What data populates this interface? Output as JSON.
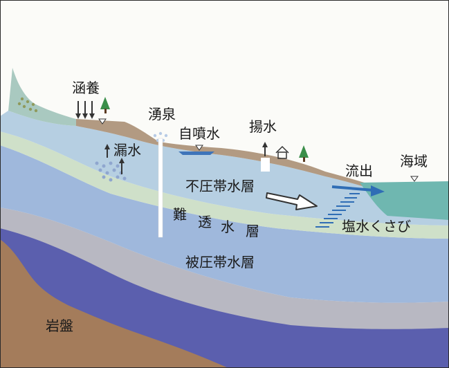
{
  "labels": {
    "recharge": "涵養",
    "spring": "湧泉",
    "artesian_flow": "自噴水",
    "pumping": "揚水",
    "leakage": "漏水",
    "outflow": "流出",
    "sea_area": "海域",
    "unconfined_aquifer": "不圧帯水層",
    "aquitard": [
      "難",
      "透",
      "水",
      "層"
    ],
    "confined_aquifer": "被圧帯水層",
    "saltwater_wedge": "塩水くさび",
    "bedrock": "岩盤"
  },
  "colors": {
    "sky": "#fbfbf8",
    "surface_strip": "#a9c9c0",
    "unconfined": "#b6cfe2",
    "aquitard": "#cfe0c9",
    "confined": "#9fb8dc",
    "gray_band": "#b8b8c2",
    "deep_blue": "#5b5fae",
    "bedrock": "#a47c5b",
    "sea": "#6fb7b0",
    "flow_arrow": "#2f6db5",
    "border": "#2a2a2a"
  }
}
